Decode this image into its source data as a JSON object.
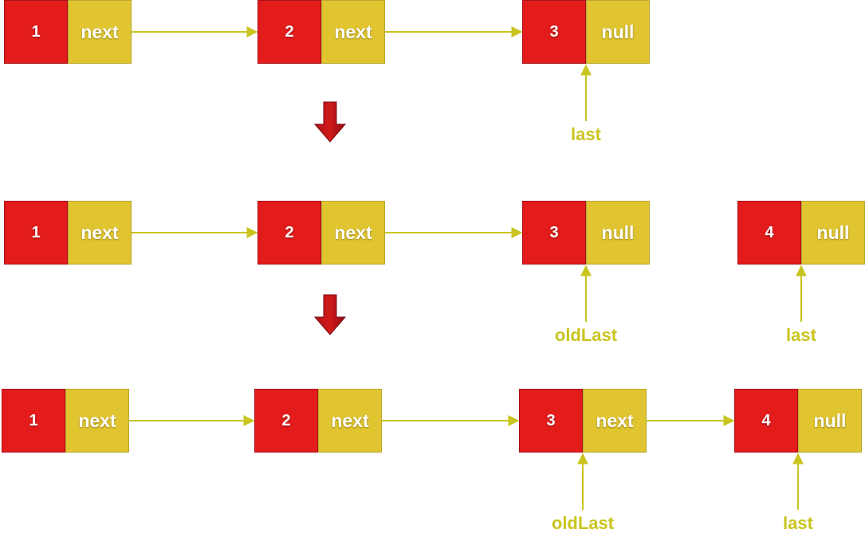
{
  "colors": {
    "value_cell": "#e31b1b",
    "pointer_cell": "#e1c530",
    "arrow": "#c9c41f",
    "step_arrow": "#d01a1a"
  },
  "rows": [
    {
      "nodes": [
        {
          "value": "1",
          "next": "next"
        },
        {
          "value": "2",
          "next": "next"
        },
        {
          "value": "3",
          "next": "null"
        }
      ],
      "pointers": [
        {
          "label": "last",
          "node": 2
        }
      ]
    },
    {
      "nodes": [
        {
          "value": "1",
          "next": "next"
        },
        {
          "value": "2",
          "next": "next"
        },
        {
          "value": "3",
          "next": "null"
        },
        {
          "value": "4",
          "next": "null"
        }
      ],
      "pointers": [
        {
          "label": "oldLast",
          "node": 2
        },
        {
          "label": "last",
          "node": 3
        }
      ]
    },
    {
      "nodes": [
        {
          "value": "1",
          "next": "next"
        },
        {
          "value": "2",
          "next": "next"
        },
        {
          "value": "3",
          "next": "next"
        },
        {
          "value": "4",
          "next": "null"
        }
      ],
      "pointers": [
        {
          "label": "oldLast",
          "node": 2
        },
        {
          "label": "last",
          "node": 3
        }
      ]
    }
  ]
}
